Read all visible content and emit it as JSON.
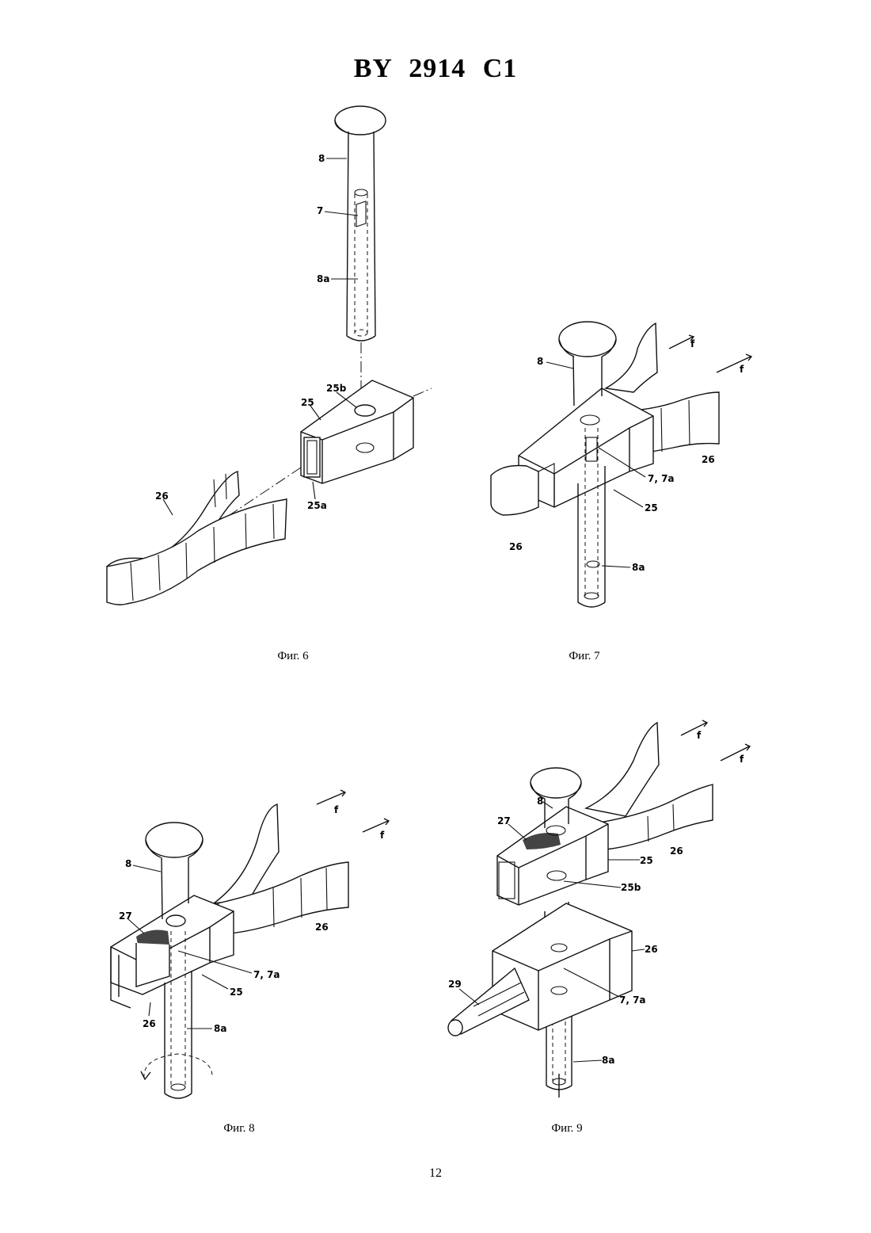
{
  "title": "BY 2914 C1",
  "page_number": "12",
  "figures": [
    {
      "caption": "Фиг. 6",
      "labels": {
        "head": "8",
        "slot": "7",
        "bore": "8a",
        "block": "25",
        "block_hole": "25b",
        "block_end": "25a",
        "strip": "26"
      }
    },
    {
      "caption": "Фиг. 7",
      "labels": {
        "head": "8",
        "arrow1": "f",
        "arrow2": "f",
        "strip_right": "26",
        "slot": "7, 7a",
        "block": "25",
        "strip_left": "26",
        "bore": "8a"
      }
    },
    {
      "caption": "Фиг. 8",
      "labels": {
        "head": "8",
        "arrow1": "f",
        "arrow2": "f",
        "insert": "27",
        "strip_right": "26",
        "slot": "7, 7a",
        "block": "25",
        "strip_left": "26",
        "bore": "8a"
      }
    },
    {
      "caption": "Фиг. 9",
      "labels": {
        "head": "8",
        "arrow1": "f",
        "arrow2": "f",
        "insert": "27",
        "strip": "26",
        "block": "25",
        "block_hole": "25b",
        "lower_block": "26",
        "nozzle": "29",
        "slot": "7, 7a",
        "bore": "8a"
      }
    }
  ]
}
